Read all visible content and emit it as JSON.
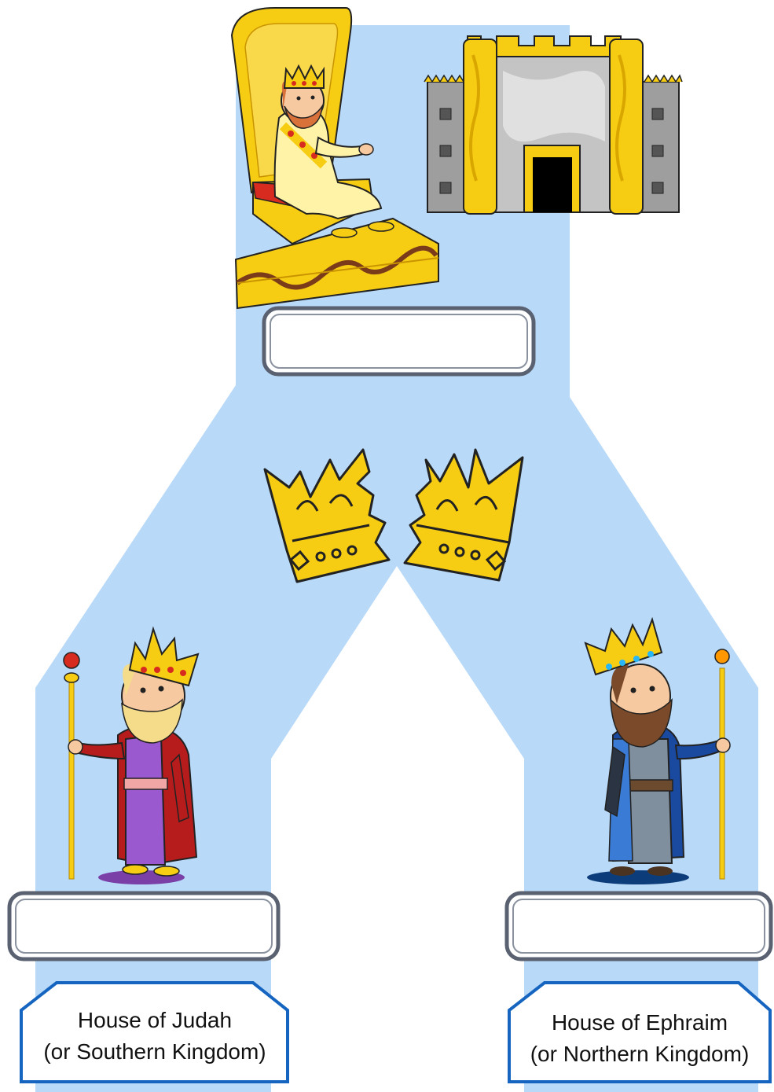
{
  "labels": {
    "top_box": "",
    "left_box": "",
    "right_box": ""
  },
  "houses": {
    "left": {
      "line1": "House of Judah",
      "line2": "(or Southern Kingdom)"
    },
    "right": {
      "line1": "House of Ephraim",
      "line2": "(or Northern Kingdom)"
    }
  },
  "colors": {
    "path": "#b8d9f8",
    "gold": "#f6cd13",
    "gold_dark": "#d9a600",
    "outline": "#222222",
    "label_border": "#5a6272",
    "house_border": "#1565c0"
  },
  "icons": [
    "king-on-throne-icon",
    "temple-icon",
    "broken-crown-left-icon",
    "broken-crown-right-icon",
    "king-judah-icon",
    "king-ephraim-icon"
  ]
}
